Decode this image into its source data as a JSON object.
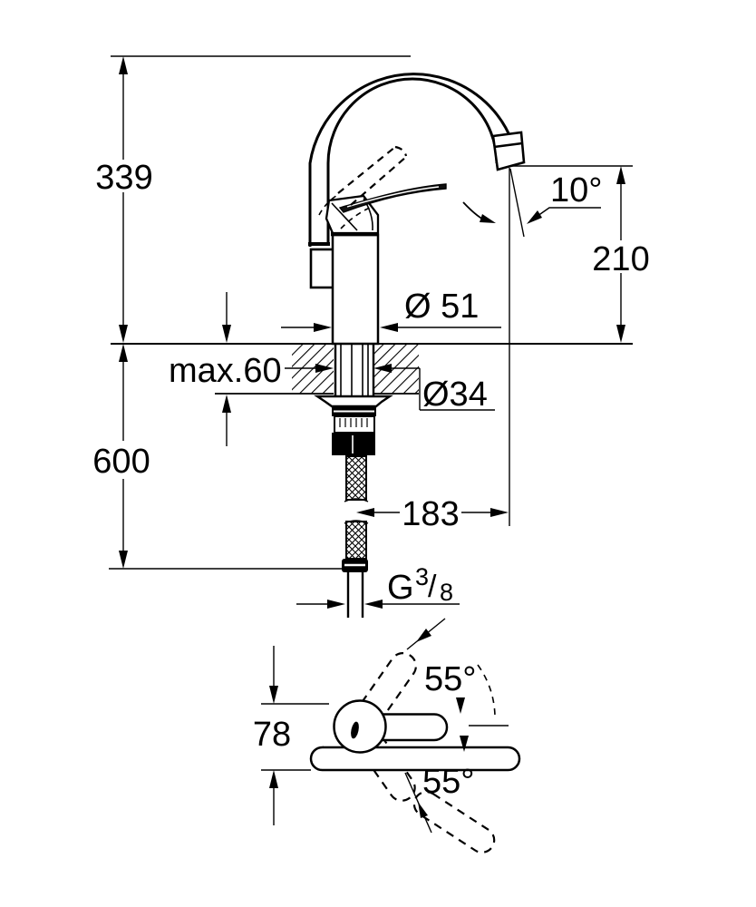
{
  "drawing": {
    "type": "faucet-dimension-drawing",
    "side_view": {
      "height_above_deck": "339",
      "hose_length_below_deck": "600",
      "deck_thickness_max": "max.60",
      "body_diameter": "Ø 51",
      "shank_diameter": "Ø34",
      "spout_outlet_height": "210",
      "spout_outlet_angle": "10°",
      "spout_reach": "183",
      "thread_letter": "G",
      "thread_numerator": "3",
      "thread_slash": "/",
      "thread_denominator": "8"
    },
    "top_view": {
      "handle_depth": "78",
      "handle_swing_up": "55°",
      "handle_swing_down": "55°"
    },
    "colors": {
      "line": "#000000",
      "background": "#ffffff"
    }
  }
}
